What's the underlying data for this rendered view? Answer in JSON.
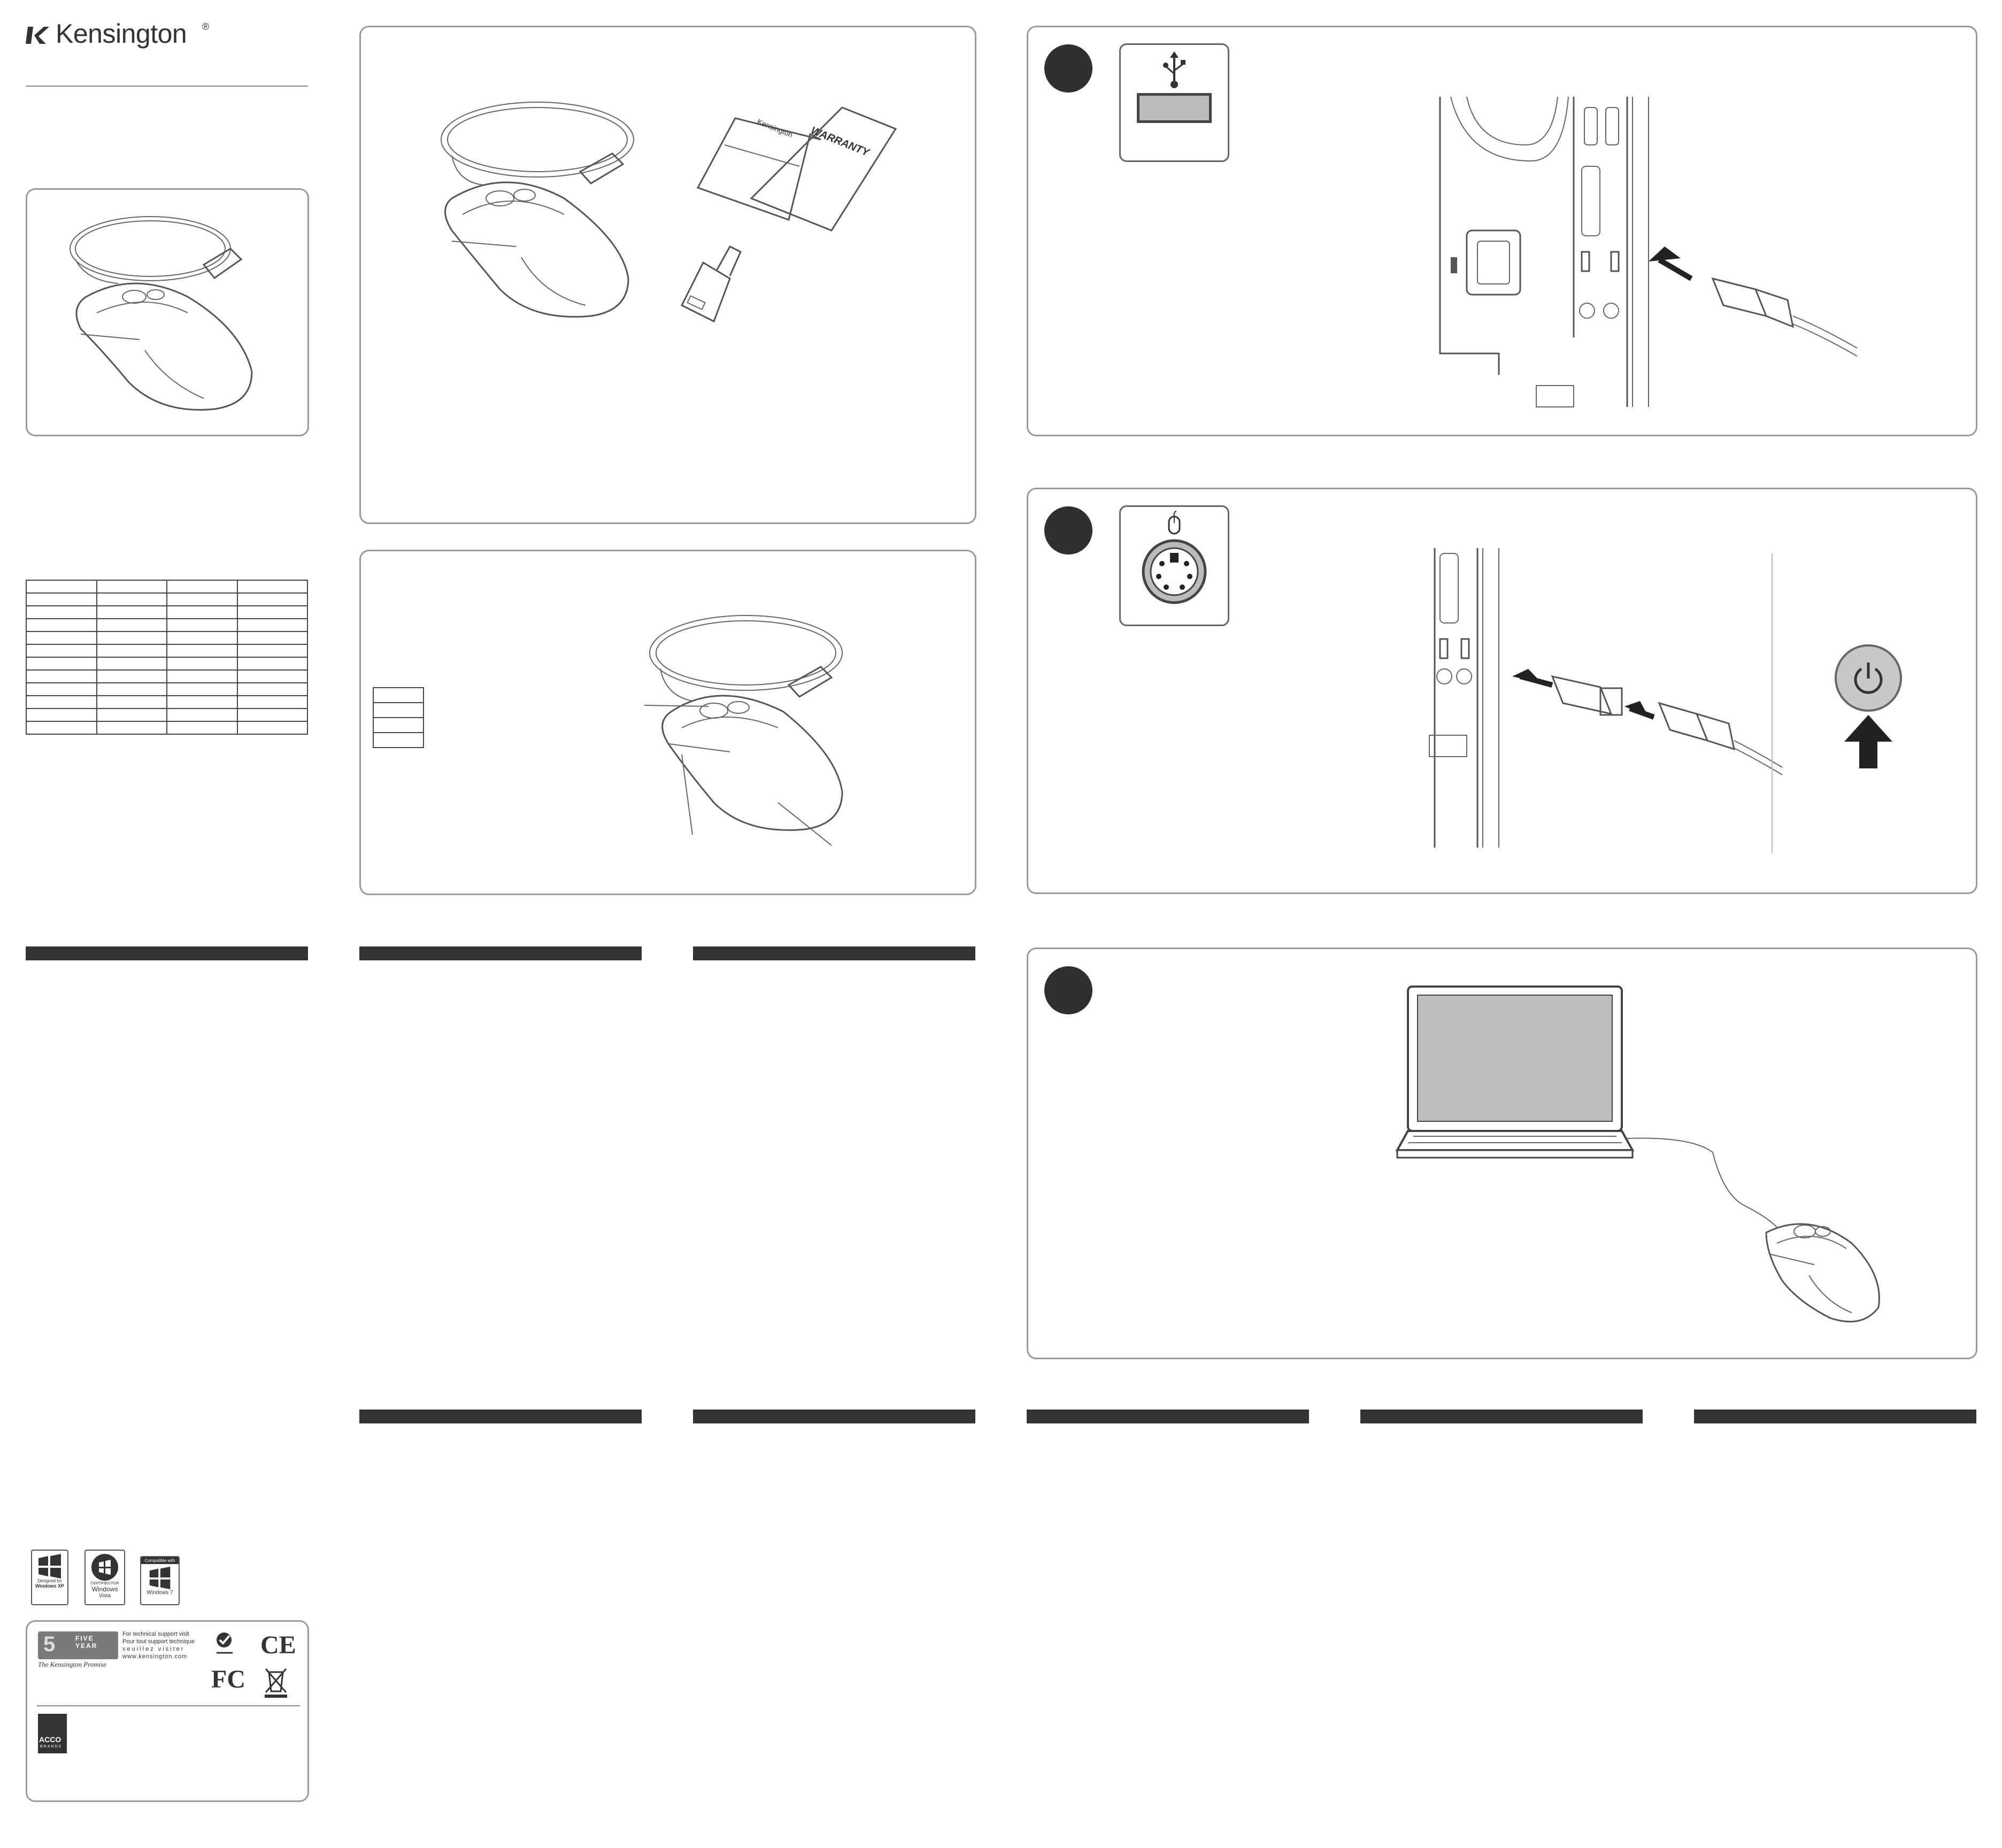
{
  "brand": {
    "name": "Kensington",
    "registered": "®",
    "logo_icon": "kensington-k-icon"
  },
  "contents_panel": {
    "warranty_card_title": "WARRANTY",
    "warranty_card_brand": "Kensington"
  },
  "steps": [
    {
      "id": 1,
      "port_icon": "usb-icon"
    },
    {
      "id": 2,
      "port_icon": "ps2-mouse-icon",
      "action_icon": "power-button-icon"
    },
    {
      "id": 3
    }
  ],
  "spec_table": {
    "rows": 12,
    "cols": 4
  },
  "feature_legend": {
    "rows": 4
  },
  "logos": {
    "windows_xp": {
      "line1": "Designed for",
      "line2": "Windows XP"
    },
    "windows_vista": {
      "line1": "CERTIFIED FOR",
      "line2": "Windows",
      "line3": "Vista"
    },
    "windows_7": {
      "line1": "Compatible with",
      "line2": "Windows 7"
    }
  },
  "footer": {
    "promise": "The Kensington Promise",
    "warranty_years": "FIVE YEAR",
    "support_lines": [
      "For technical support visit",
      "Pour tout support technique",
      "veuillez visiter",
      "www.kensington.com"
    ],
    "ce": "CE",
    "fcc": "FC",
    "acco": "ACCO",
    "acco_sub": "BRANDS"
  },
  "colors": {
    "bar": "#333333",
    "panel_border": "#9a9a9a",
    "step_dot": "#2f2f2f",
    "laptop_screen": "#bdbdbd",
    "power_button": "#c8c8c8"
  }
}
